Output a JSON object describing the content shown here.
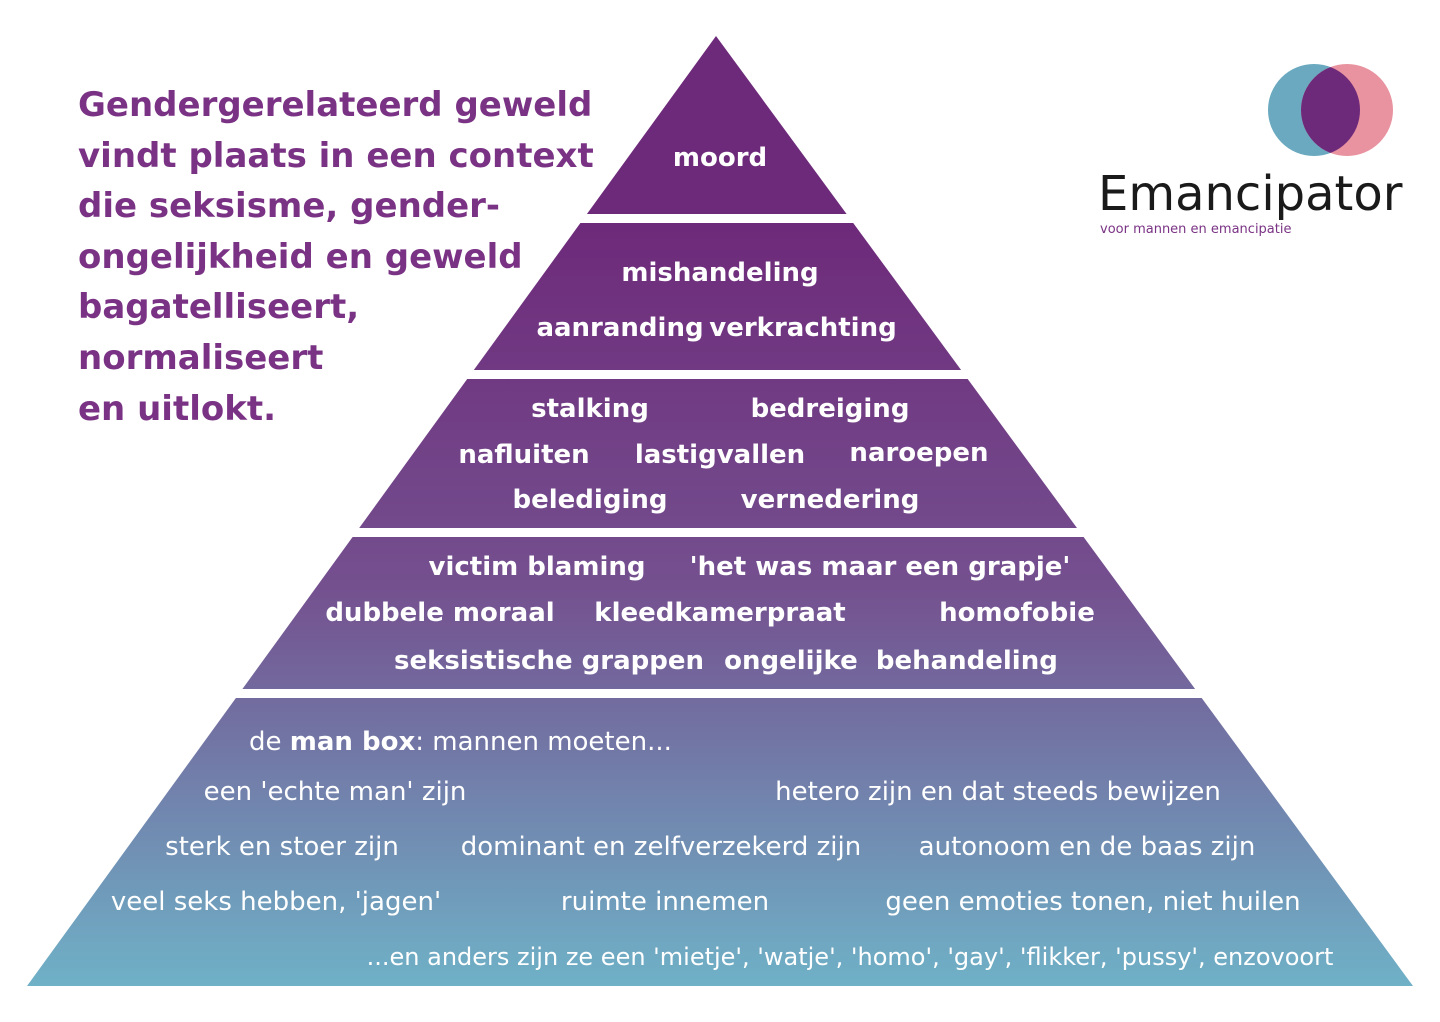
{
  "headline": [
    "Gendergerelateerd geweld",
    "vindt plaats in een context",
    "die seksisme, gender-",
    "ongelijkheid en geweld",
    "bagatelliseert,",
    "normaliseert",
    "en uitlokt."
  ],
  "logo": {
    "name": "Emancipator",
    "tagline": "voor mannen en emancipatie",
    "icon": "overlapping-circles-logo",
    "colors": {
      "left": "#6aa9bf",
      "right": "#e8939f",
      "overlap": "#6e2a7a"
    }
  },
  "colors": {
    "top": "#6e2a7a",
    "bottom": "#6fb1c7",
    "headline": "#7a3384",
    "label": "#ffffff"
  },
  "pyramid": {
    "level1": {
      "moord": "moord"
    },
    "level2": {
      "mishandeling": "mishandeling",
      "aanranding": "aanranding",
      "verkrachting": "verkrachting"
    },
    "level3": {
      "stalking": "stalking",
      "bedreiging": "bedreiging",
      "nafluiten": "nafluiten",
      "lastigvallen": "lastigvallen",
      "naroepen": "naroepen",
      "belediging": "belediging",
      "vernedering": "vernedering"
    },
    "level4": {
      "victim_blaming": "victim blaming",
      "grapje": "'het was maar een grapje'",
      "dubbele_moraal": "dubbele moraal",
      "kleedkamerpraat": "kleedkamerpraat",
      "homofobie": "homofobie",
      "seksistische_grappen": "seksistische grappen",
      "ongelijke_behandeling": "ongelijke  behandeling"
    },
    "level5": {
      "manbox_prefix": "de ",
      "manbox_bold": "man box",
      "manbox_suffix": ": mannen moeten...",
      "echte_man": "een 'echte man' zijn",
      "hetero": "hetero zijn en dat steeds bewijzen",
      "sterk": "sterk en stoer zijn",
      "dominant": "dominant en zelfverzekerd zijn",
      "autonoom": "autonoom en de baas zijn",
      "seks": "veel seks hebben, 'jagen'",
      "ruimte": "ruimte innemen",
      "emoties": "geen emoties tonen, niet huilen",
      "anders": "...en anders zijn ze een 'mietje', 'watje', 'homo', 'gay', 'flikker, 'pussy', enzovoort"
    }
  }
}
